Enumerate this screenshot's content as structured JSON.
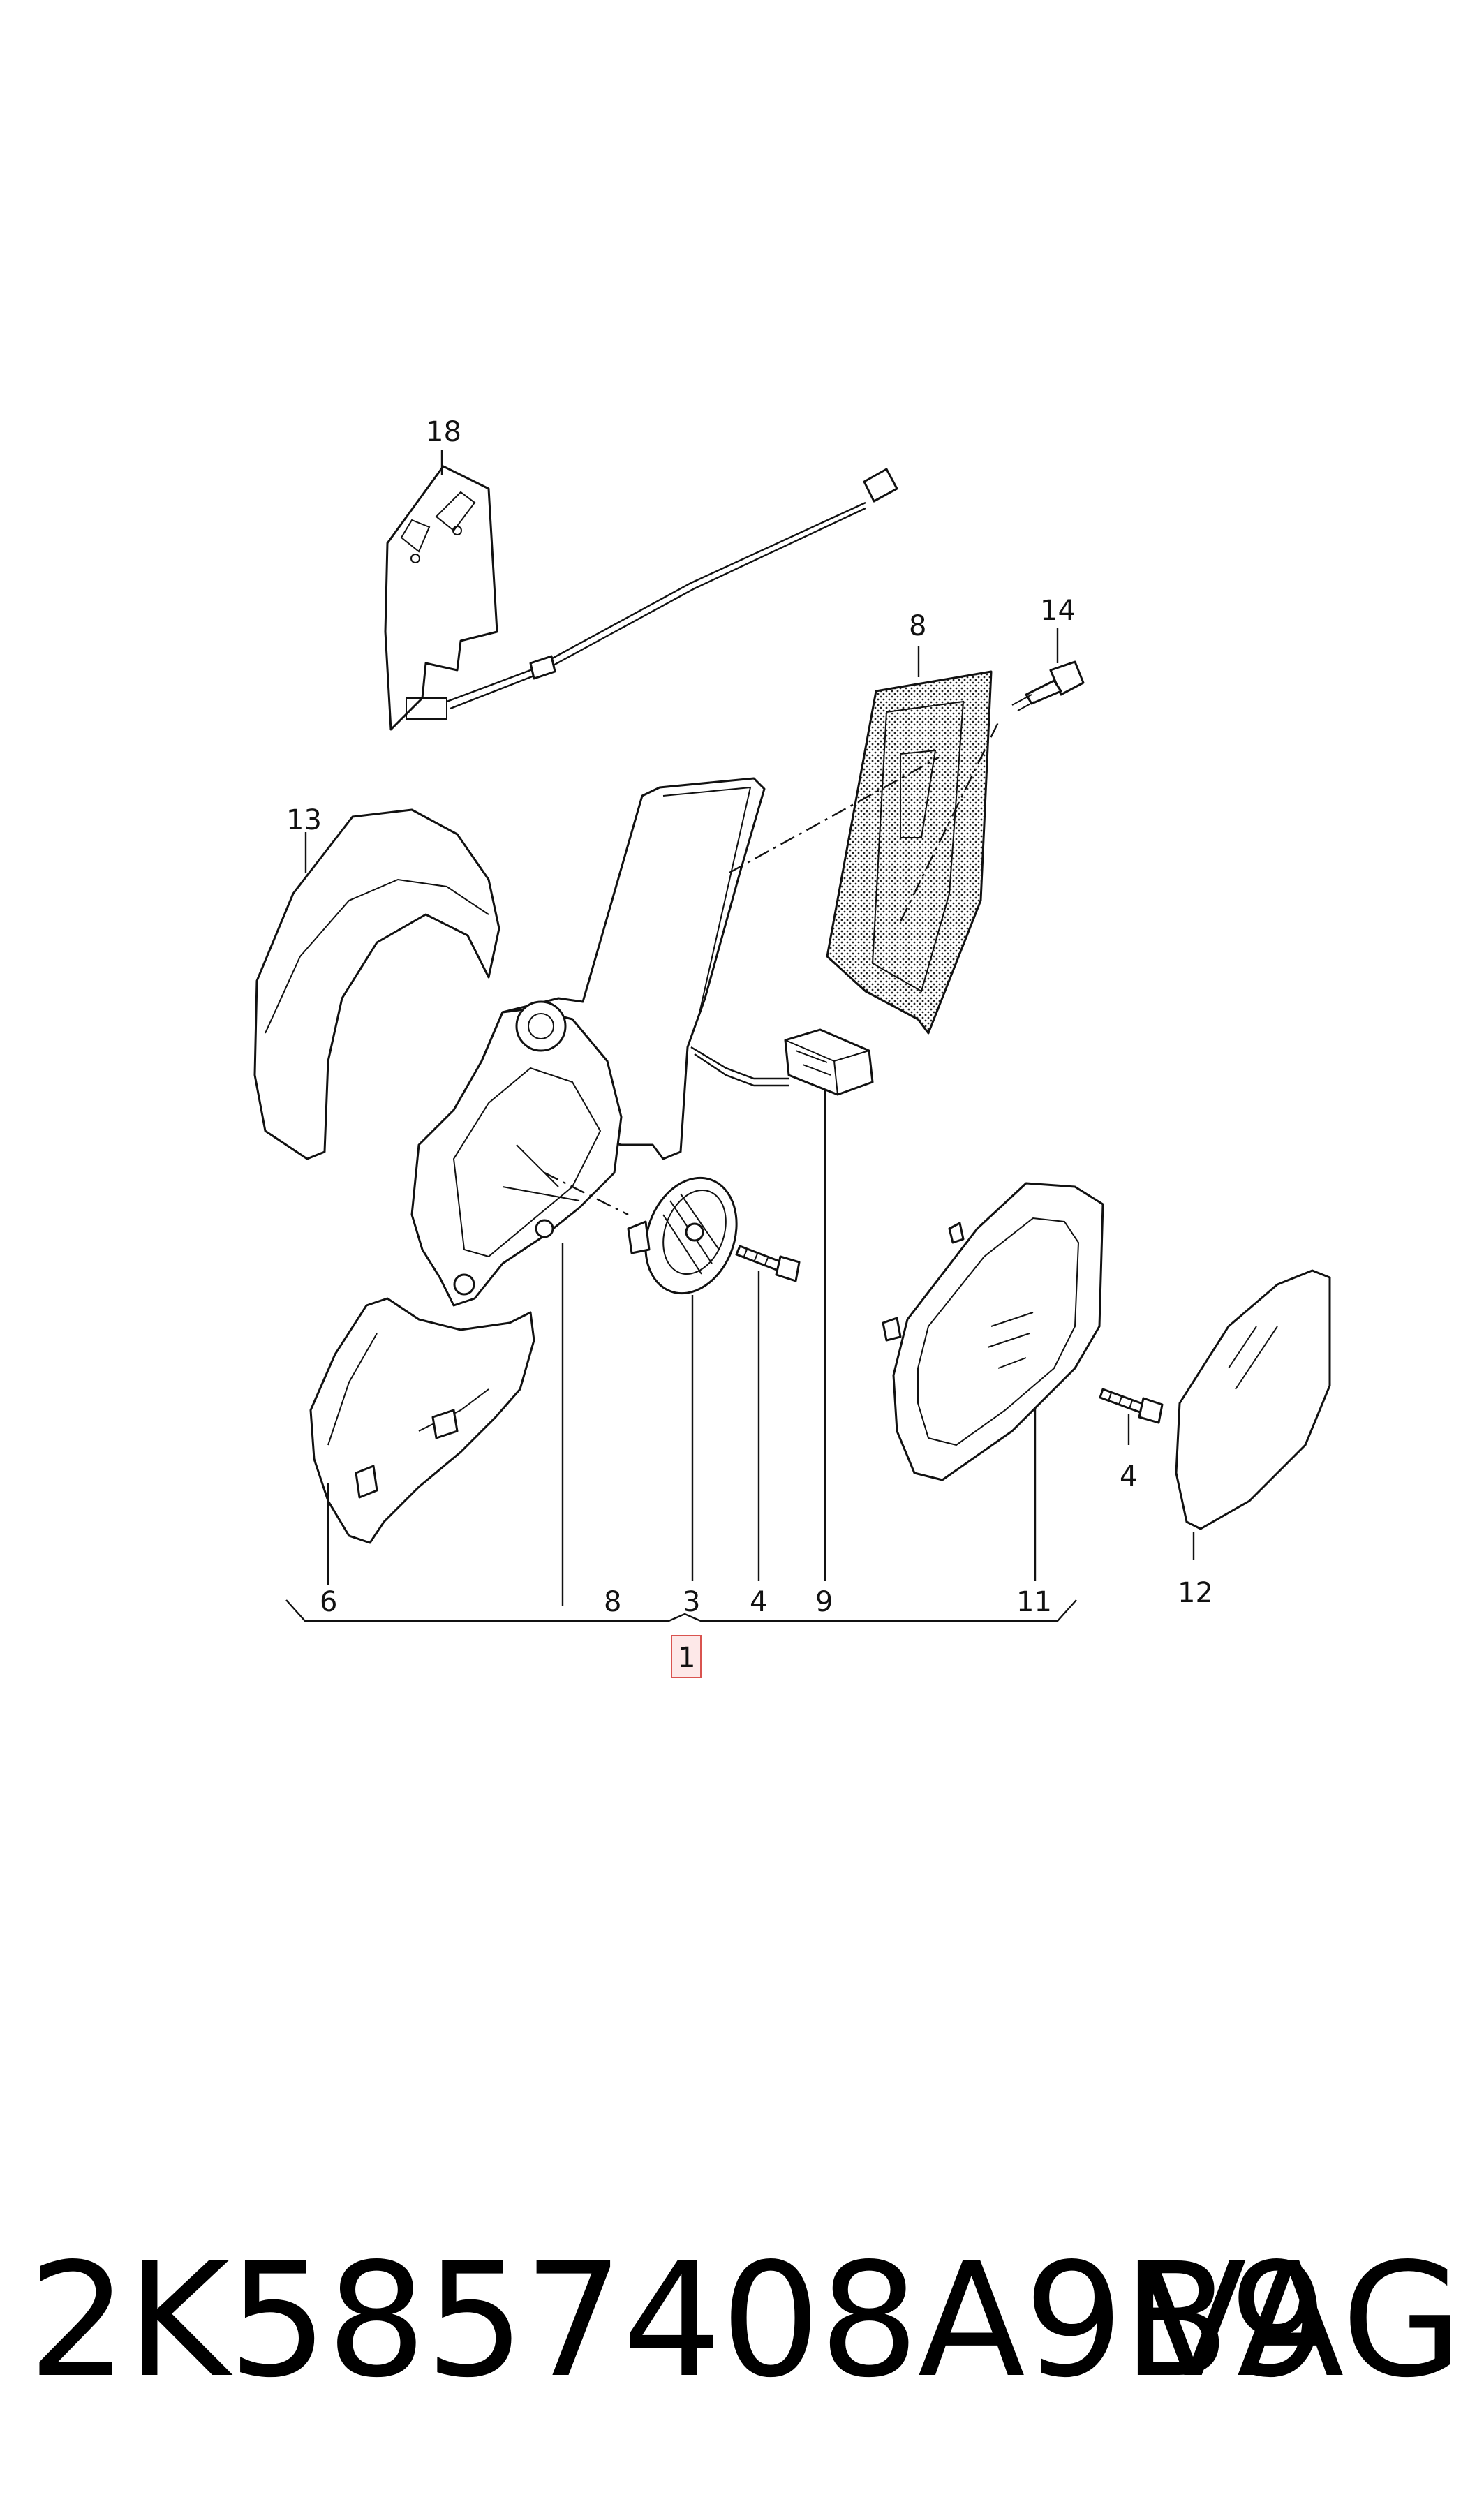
{
  "callouts": {
    "c18": "18",
    "c8_top": "8",
    "c14": "14",
    "c13": "13",
    "c4_right": "4",
    "c12": "12",
    "c6": "6",
    "c8_bottom": "8",
    "c3": "3",
    "c4_bottom": "4",
    "c9": "9",
    "c11": "11",
    "c1": "1"
  },
  "footer": {
    "part_number": "2K5857408A9B9",
    "brand": "VAG"
  },
  "colors": {
    "line": "#111111",
    "highlight_box": "#d9534f",
    "highlight_fill": "#fde8e8"
  }
}
